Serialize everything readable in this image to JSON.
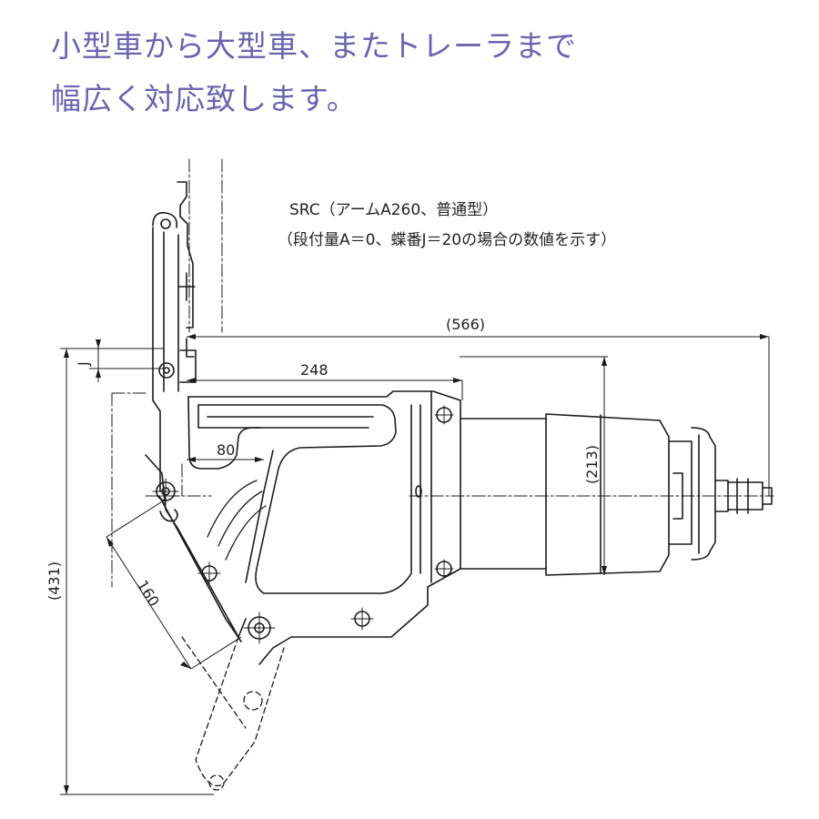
{
  "headline": {
    "line1": "小型車から大型車、またトレーラまで",
    "line2": "幅広く対応致します。",
    "color": "#6c63ad"
  },
  "drawing": {
    "caption_line1": "SRC（アームA260、普通型）",
    "caption_line2": "（段付量A＝0、蝶番J＝20の場合の数値を示す）",
    "dimensions": {
      "overall_length": "(566)",
      "arm_length": "248",
      "offset": "80",
      "height_body": "(213)",
      "height_total": "(431)",
      "link": "160",
      "hinge": "J"
    },
    "line_color": "#1a1a1a"
  }
}
